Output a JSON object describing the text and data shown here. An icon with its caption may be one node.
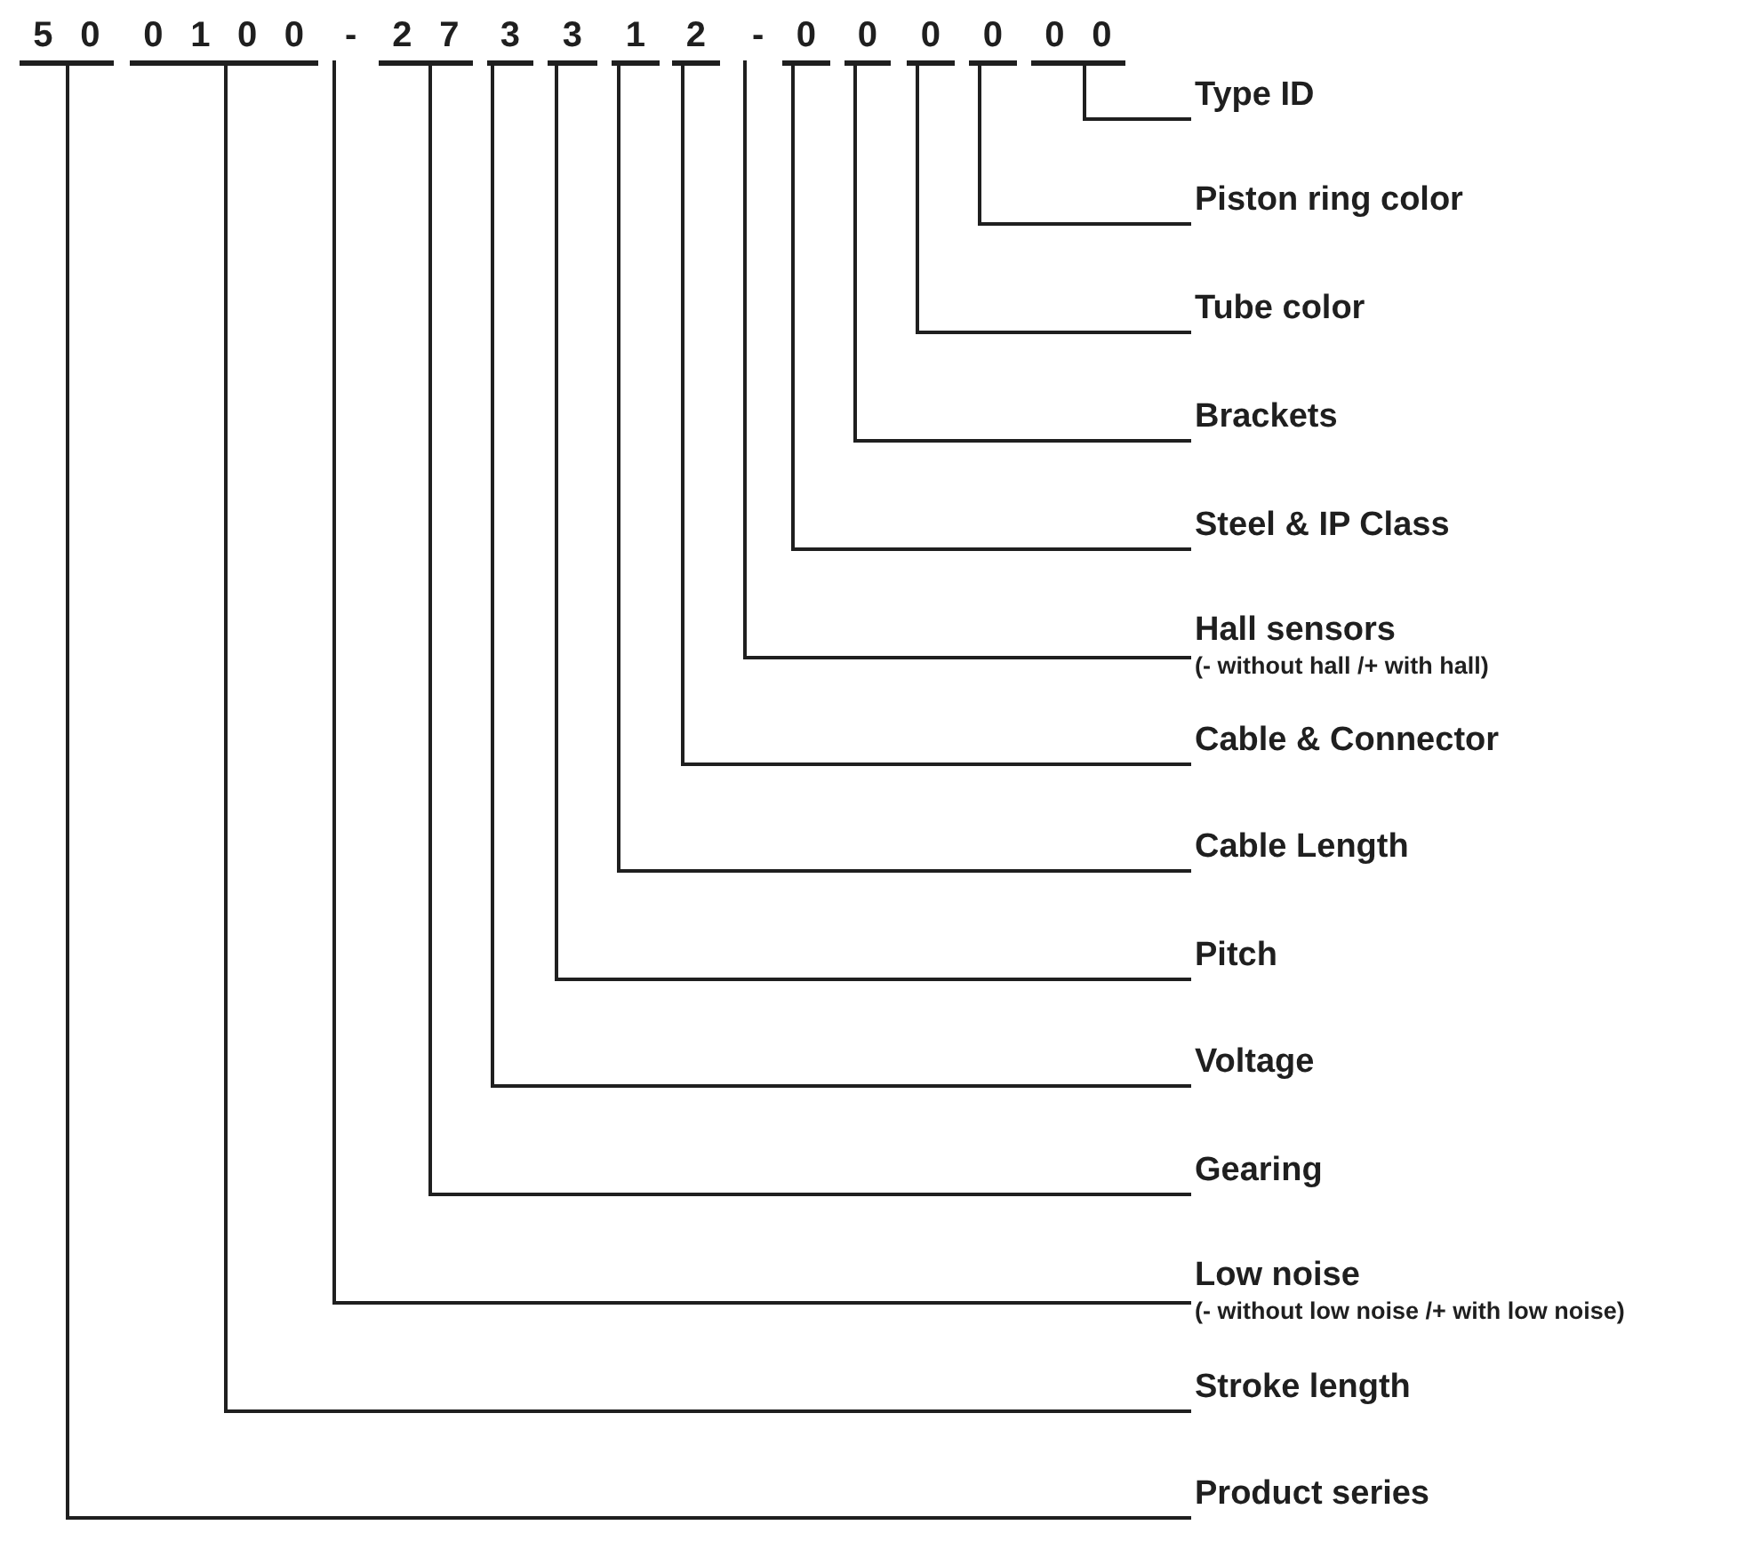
{
  "diagram": {
    "nodes": [
      {
        "text": [
          "50"
        ]
      },
      {
        "text": [
          "0100"
        ]
      },
      {
        "text": [
          "-"
        ]
      },
      {
        "text": [
          "27"
        ]
      },
      {
        "text": [
          "3"
        ]
      },
      {
        "text": [
          "3"
        ]
      },
      {
        "text": [
          "1"
        ]
      },
      {
        "text": [
          "2"
        ]
      },
      {
        "text": [
          "-"
        ]
      },
      {
        "text": [
          "0"
        ]
      },
      {
        "text": [
          "0"
        ]
      },
      {
        "text": [
          "0"
        ]
      },
      {
        "text": [
          "0"
        ]
      },
      {
        "text": [
          "00"
        ]
      },
      {
        "text": [
          "Type ID"
        ]
      },
      {
        "text": [
          "Piston ring color"
        ]
      },
      {
        "text": [
          "Tube color"
        ]
      },
      {
        "text": [
          "Brackets"
        ]
      },
      {
        "text": [
          "Steel & IP Class"
        ]
      },
      {
        "text": [
          "Hall sensors",
          "(- without hall /+ with hall)"
        ]
      },
      {
        "text": [
          "Cable & Connector"
        ]
      },
      {
        "text": [
          "Cable Length"
        ]
      },
      {
        "text": [
          "Pitch"
        ]
      },
      {
        "text": [
          "Voltage"
        ]
      },
      {
        "text": [
          "Gearing"
        ]
      },
      {
        "text": [
          "Low noise",
          "(- without low noise /+ with low noise)"
        ]
      },
      {
        "text": [
          "Stroke length"
        ]
      },
      {
        "text": [
          "Product series"
        ]
      }
    ],
    "edges": [
      {
        "from": 13,
        "to": 14,
        "arrow": "none"
      },
      {
        "from": 12,
        "to": 15,
        "arrow": "none"
      },
      {
        "from": 11,
        "to": 16,
        "arrow": "none"
      },
      {
        "from": 10,
        "to": 17,
        "arrow": "none"
      },
      {
        "from": 9,
        "to": 18,
        "arrow": "none"
      },
      {
        "from": 8,
        "to": 19,
        "arrow": "none"
      },
      {
        "from": 7,
        "to": 20,
        "arrow": "none"
      },
      {
        "from": 6,
        "to": 21,
        "arrow": "none"
      },
      {
        "from": 5,
        "to": 22,
        "arrow": "none"
      },
      {
        "from": 4,
        "to": 23,
        "arrow": "none"
      },
      {
        "from": 3,
        "to": 24,
        "arrow": "none"
      },
      {
        "from": 2,
        "to": 25,
        "arrow": "none"
      },
      {
        "from": 1,
        "to": 26,
        "arrow": "none"
      },
      {
        "from": 0,
        "to": 27,
        "arrow": "none"
      }
    ]
  }
}
